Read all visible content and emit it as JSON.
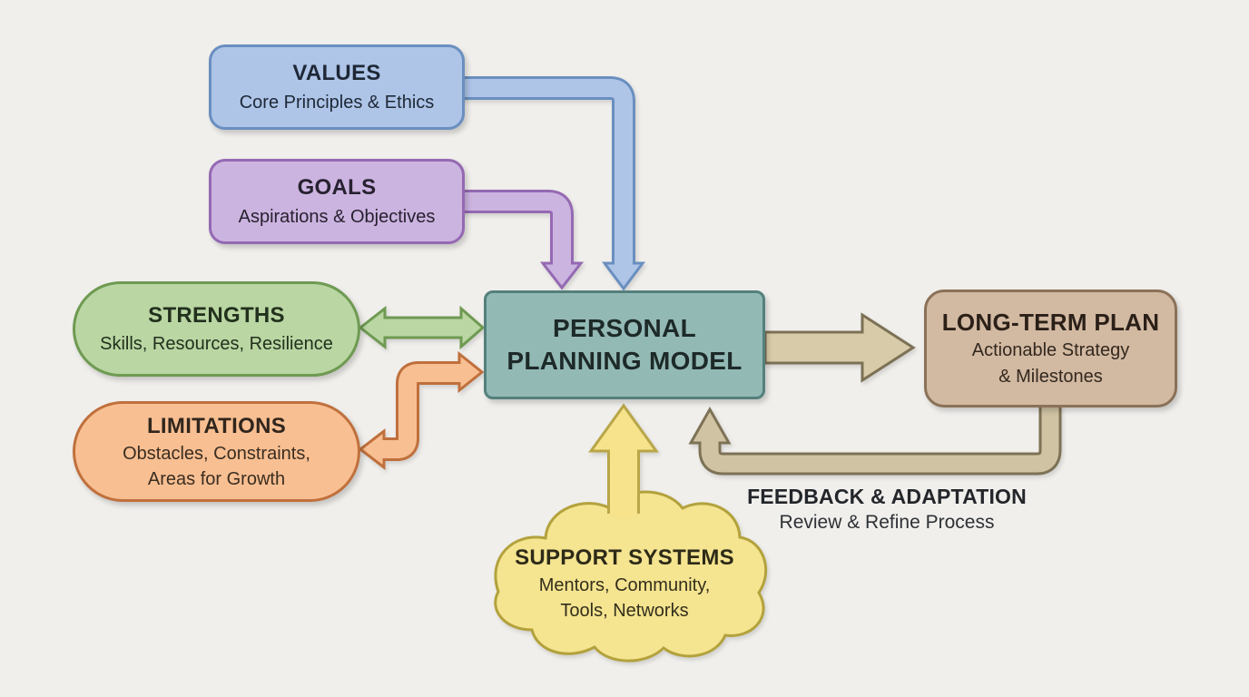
{
  "background": "#f0efec",
  "nodes": {
    "values": {
      "title": "VALUES",
      "subtitle": "Core Principles & Ethics",
      "fill": "#aec5e8",
      "border": "#6a8fc0"
    },
    "goals": {
      "title": "GOALS",
      "subtitle": "Aspirations & Objectives",
      "fill": "#ccb4e0",
      "border": "#9569b3"
    },
    "strengths": {
      "title": "STRENGTHS",
      "subtitle": "Skills, Resources, Resilience",
      "fill": "#b9d6a3",
      "border": "#6f9a52"
    },
    "limitations": {
      "title": "LIMITATIONS",
      "subtitle_line1": "Obstacles, Constraints,",
      "subtitle_line2": "Areas for Growth",
      "fill": "#f8bf92",
      "border": "#c0703c"
    },
    "center": {
      "title_line1": "PERSONAL",
      "title_line2": "PLANNING MODEL",
      "fill": "#93b9b5",
      "border": "#54807c"
    },
    "long_term_plan": {
      "title": "LONG-TERM PLAN",
      "subtitle_line1": "Actionable Strategy",
      "subtitle_line2": "& Milestones",
      "fill": "#d2b9a2",
      "border": "#8a7158"
    },
    "support_systems": {
      "title": "SUPPORT SYSTEMS",
      "subtitle_line1": "Mentors, Community,",
      "subtitle_line2": "Tools, Networks",
      "fill": "#f5e490",
      "border": "#b3a23c"
    },
    "feedback": {
      "title": "FEEDBACK & ADAPTATION",
      "subtitle": "Review & Refine Process"
    }
  },
  "arrows": [
    {
      "name": "values-to-model",
      "color": "#aec5e8",
      "outline": "#6a8fc0"
    },
    {
      "name": "goals-to-model",
      "color": "#ccb4e0",
      "outline": "#9569b3"
    },
    {
      "name": "strengths-model-bidirectional",
      "color": "#b9d6a3",
      "outline": "#6f9a52"
    },
    {
      "name": "limitations-model-bidirectional",
      "color": "#f8bf92",
      "outline": "#c0703c"
    },
    {
      "name": "model-to-long-term-plan",
      "color": "#d8cba9",
      "outline": "#7c7155"
    },
    {
      "name": "support-systems-to-model",
      "color": "#f6e38c",
      "outline": "#b8a648"
    },
    {
      "name": "plan-feedback-to-model",
      "color": "#cfc3a3",
      "outline": "#7d7256"
    }
  ]
}
